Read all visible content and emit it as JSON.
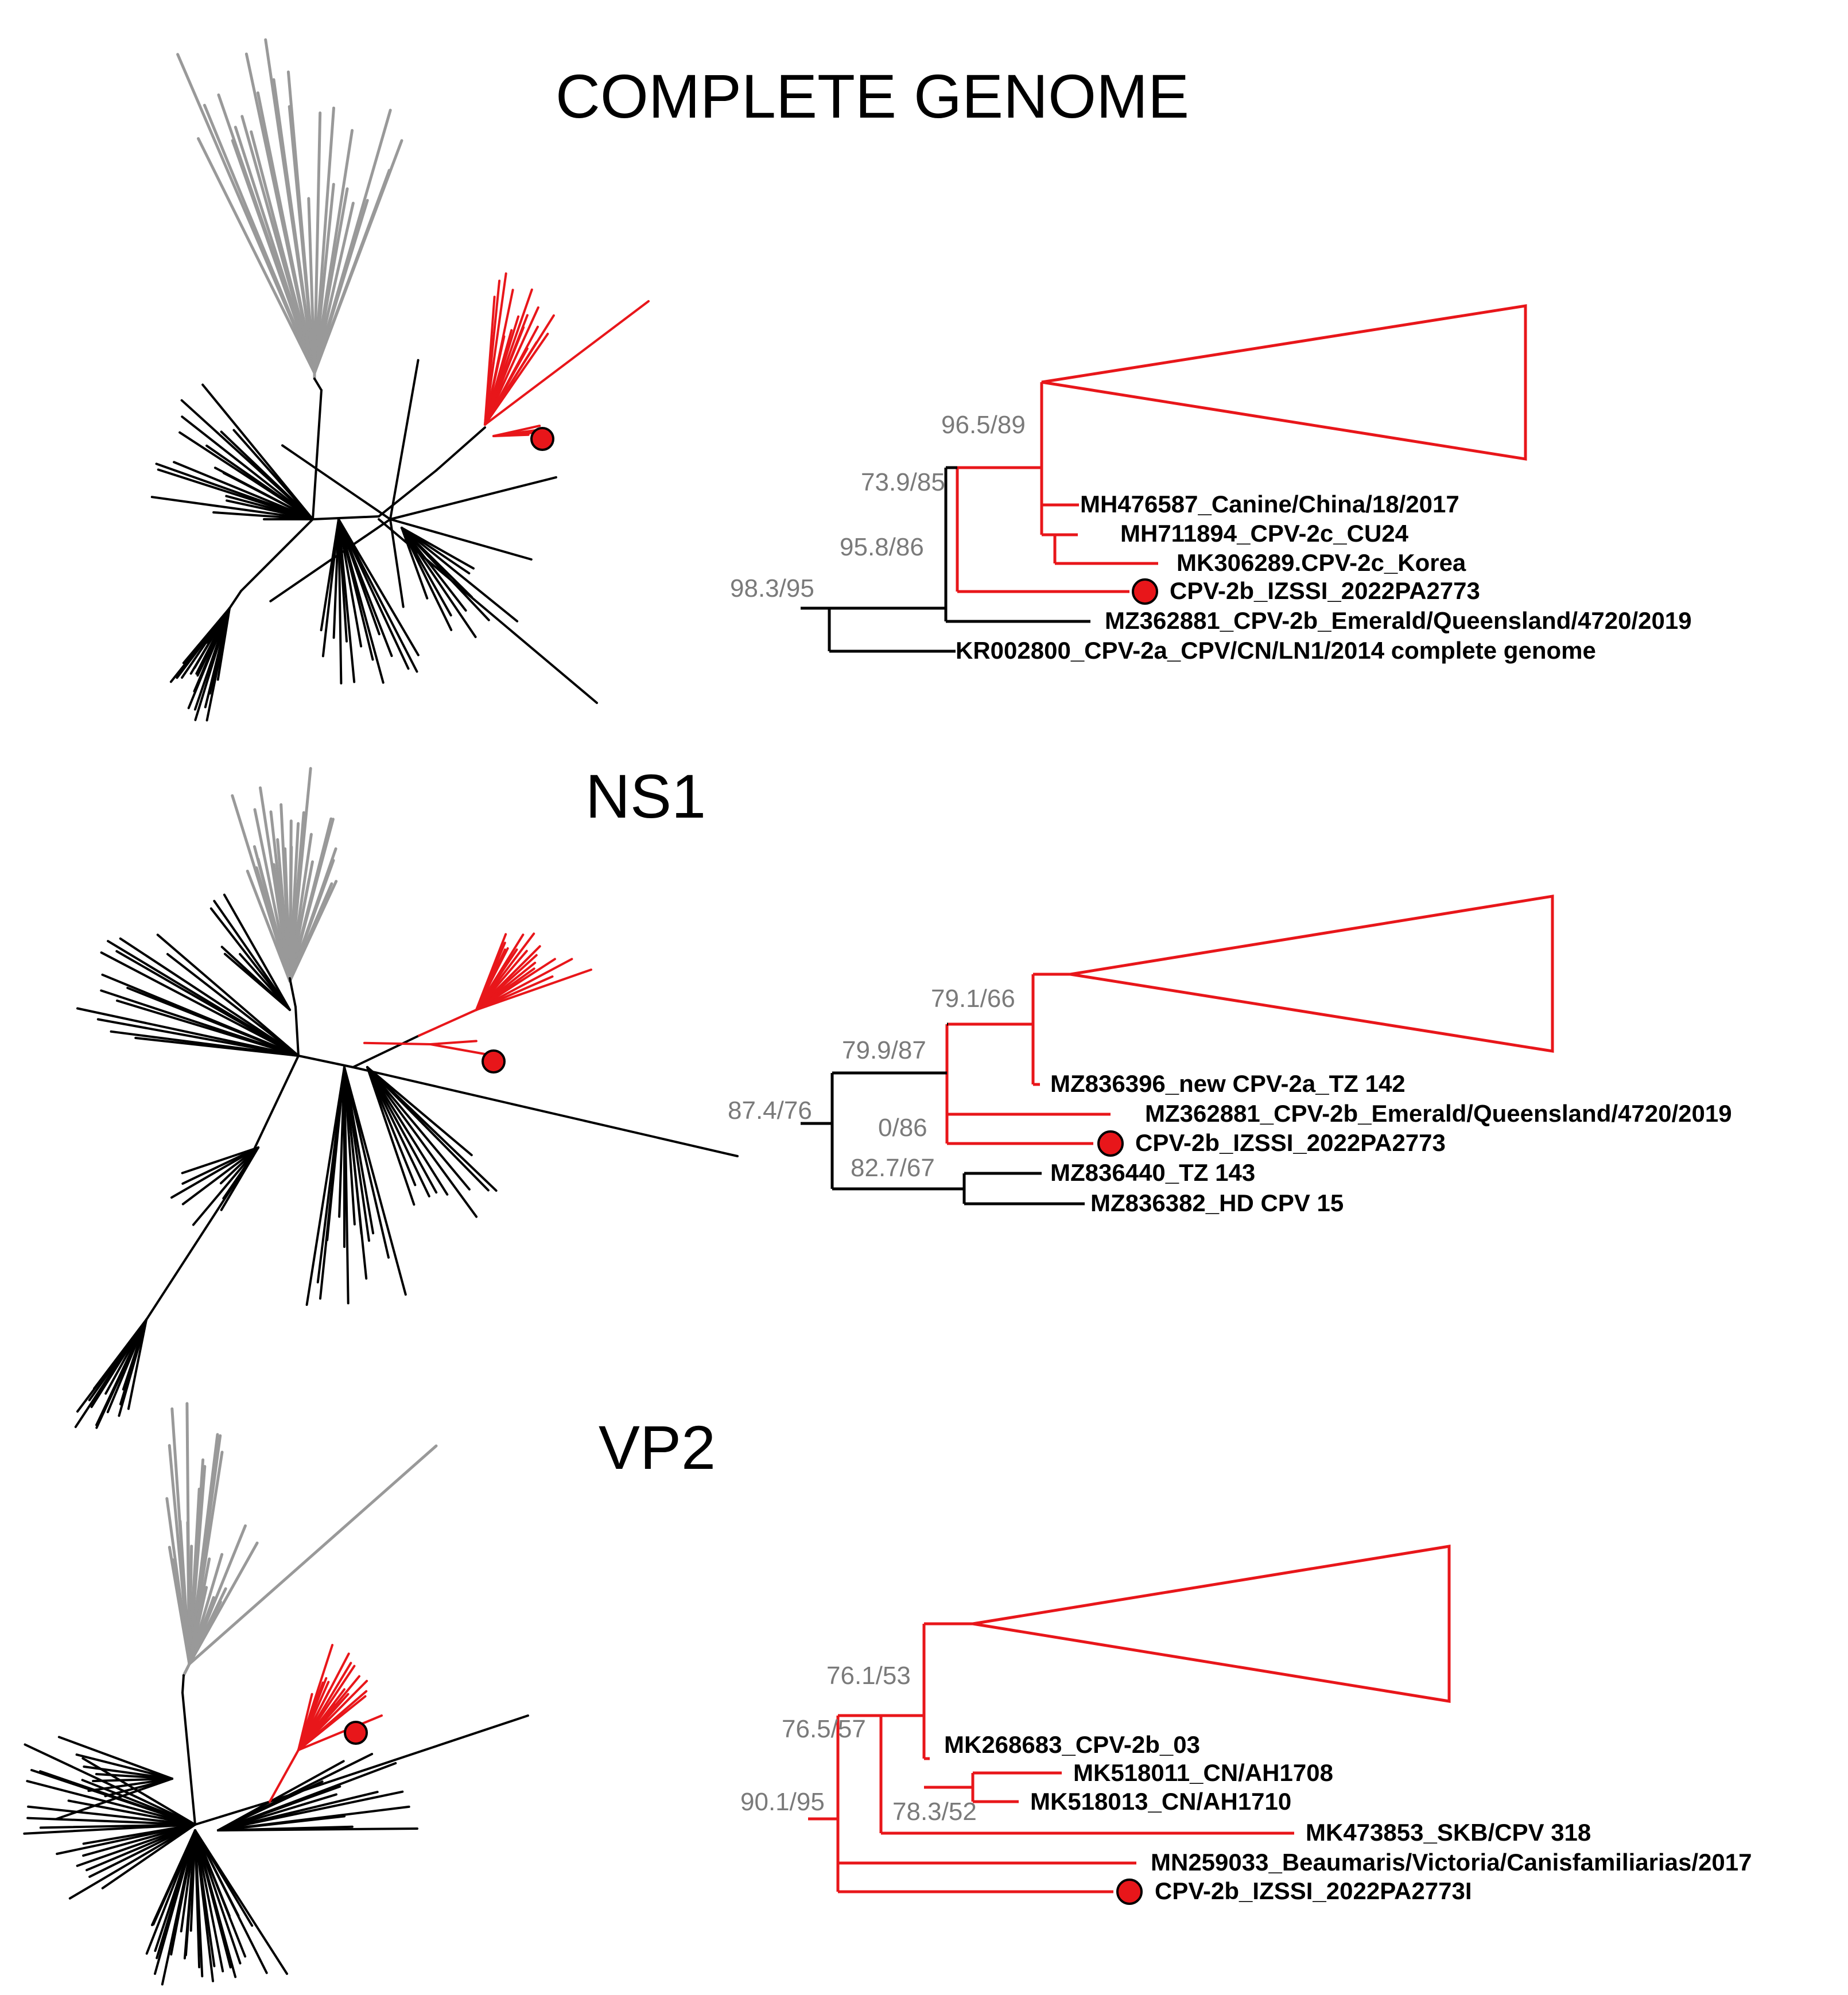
{
  "colors": {
    "highlight": "#e8161a",
    "outgroup": "#999999",
    "branch": "#000000",
    "support_text": "#7a7a7a",
    "marker_fill": "#e8161a"
  },
  "panels": [
    {
      "title": "COMPLETE GENOME",
      "supports": [
        "96.5/89",
        "73.9/85",
        "95.8/86",
        "98.3/95"
      ],
      "taxa": [
        {
          "label": "MH476587_Canine/China/18/2017",
          "group": "red"
        },
        {
          "label": "MH711894_CPV-2c_CU24",
          "group": "red"
        },
        {
          "label": "MK306289.CPV-2c_Korea",
          "group": "red"
        },
        {
          "label": "CPV-2b_IZSSI_2022PA2773",
          "group": "red",
          "marker": true
        },
        {
          "label": "MZ362881_CPV-2b_Emerald/Queensland/4720/2019",
          "group": "black"
        },
        {
          "label": "KR002800_CPV-2a_CPV/CN/LN1/2014 complete genome",
          "group": "black"
        }
      ]
    },
    {
      "title": "NS1",
      "supports": [
        "79.1/66",
        "79.9/87",
        "87.4/76",
        "0/86",
        "82.7/67"
      ],
      "taxa": [
        {
          "label": "MZ836396_new CPV-2a_TZ 142",
          "group": "red"
        },
        {
          "label": "MZ362881_CPV-2b_Emerald/Queensland/4720/2019",
          "group": "red"
        },
        {
          "label": "CPV-2b_IZSSI_2022PA2773",
          "group": "red",
          "marker": true
        },
        {
          "label": "MZ836440_TZ 143",
          "group": "black"
        },
        {
          "label": "MZ836382_HD CPV 15",
          "group": "black"
        }
      ]
    },
    {
      "title": "VP2",
      "supports": [
        "76.1/53",
        "76.5/57",
        "90.1/95",
        "78.3/52"
      ],
      "taxa": [
        {
          "label": "MK268683_CPV-2b_03",
          "group": "red"
        },
        {
          "label": "MK518011_CN/AH1708",
          "group": "red"
        },
        {
          "label": "MK518013_CN/AH1710",
          "group": "red"
        },
        {
          "label": "MK473853_SKB/CPV 318",
          "group": "red"
        },
        {
          "label": "MN259033_Beaumaris/Victoria/Canisfamiliarias/2017",
          "group": "red"
        },
        {
          "label": "CPV-2b_IZSSI_2022PA2773I",
          "group": "red",
          "marker": true
        }
      ]
    }
  ]
}
